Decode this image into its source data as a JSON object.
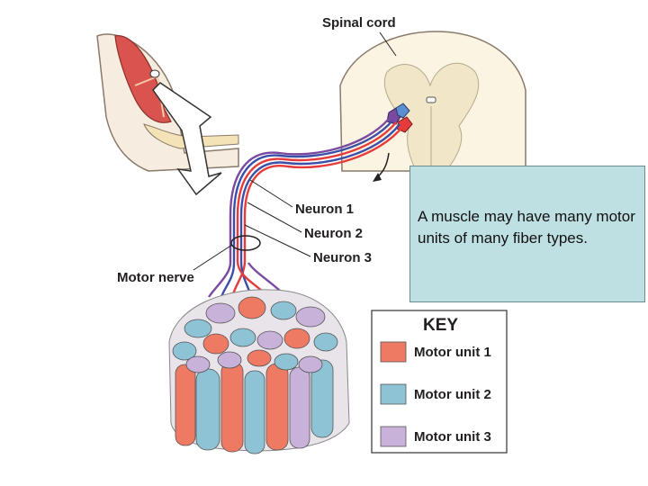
{
  "labels": {
    "spinal_cord": "Spinal cord",
    "neuron_1": "Neuron 1",
    "neuron_2": "Neuron 2",
    "neuron_3": "Neuron 3",
    "motor_nerve": "Motor nerve"
  },
  "key": {
    "title": "KEY",
    "items": [
      {
        "label": "Motor unit 1",
        "color": "#ef7a63"
      },
      {
        "label": "Motor unit 2",
        "color": "#8ec3d6"
      },
      {
        "label": "Motor unit 3",
        "color": "#c9b2da"
      }
    ]
  },
  "callout": {
    "text": "A muscle may have many motor units of many fiber types."
  },
  "colors": {
    "cord_grey": "#f2e6c9",
    "cord_white": "#fbf4e2",
    "neuron_red": "#e63b3b",
    "neuron_blue": "#3b4fa8",
    "neuron_purple": "#7a4aa0",
    "callout_bg": "#bfe0e2"
  }
}
